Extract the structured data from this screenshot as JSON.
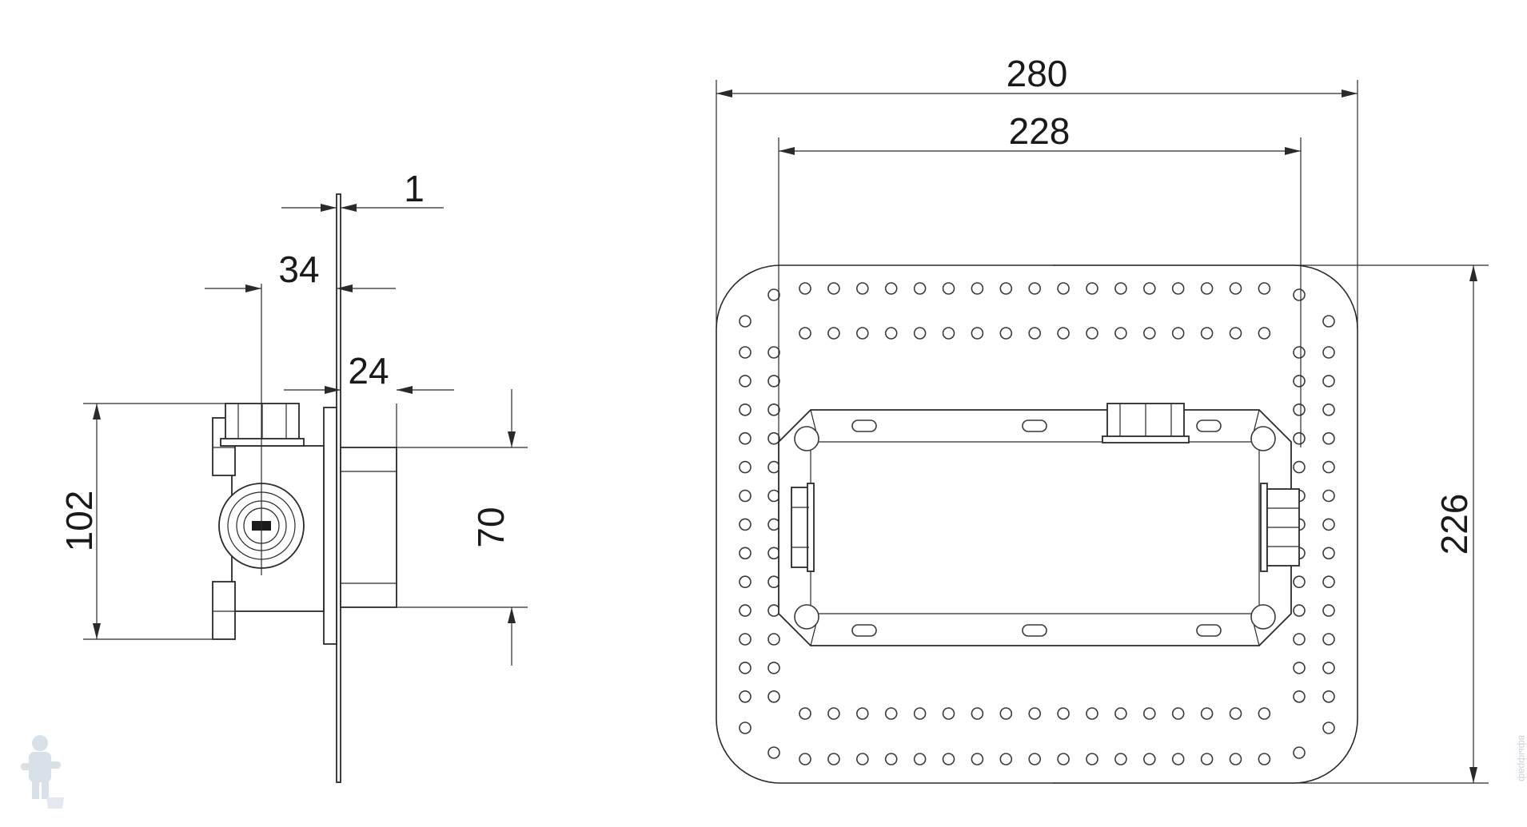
{
  "dimensions": {
    "side_view": {
      "plate_thickness": "1",
      "axis_to_plate": "34",
      "plate_to_front": "24",
      "body_height": "102",
      "mount_height": "70"
    },
    "front_view": {
      "outer_width": "280",
      "inner_width": "228",
      "outer_height": "226"
    }
  },
  "watermark": {
    "logo_icon": "plumber-mascot-icon",
    "site_text": "вфыфраф"
  },
  "colors": {
    "line": "#2a2a2a",
    "watermark": "#c9d3dc"
  }
}
